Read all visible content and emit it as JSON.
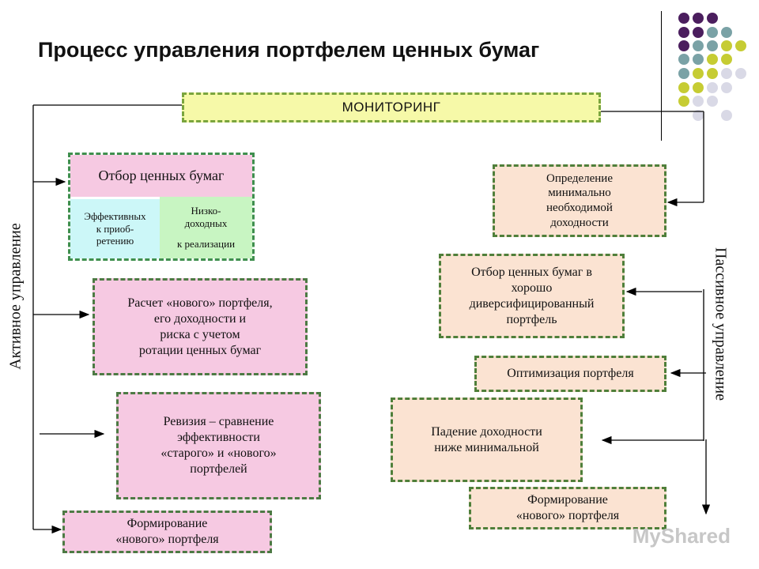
{
  "title": "Процесс управления портфелем ценных бумаг",
  "monitoring": "МОНИТОРИНГ",
  "side_labels": {
    "active": "Активное управление",
    "passive": "Пассивное управление"
  },
  "active": {
    "selection_title": "Отбор ценных бумаг",
    "efficient_lines": [
      "Эффективных",
      "к приоб-",
      "ретению"
    ],
    "lowincome_lines": [
      "Низко-",
      "доходных",
      "к реализации"
    ],
    "calc_lines": [
      "Расчет «нового» портфеля,",
      "его доходности и",
      "риска с учетом",
      "ротации ценных бумаг"
    ],
    "revision_lines": [
      "Ревизия – сравнение",
      "эффективности",
      "«старого» и «нового»",
      "портфелей"
    ],
    "formation_lines": [
      "Формирование",
      "«нового» портфеля"
    ]
  },
  "passive": {
    "min_income_lines": [
      "Определение",
      "минимально",
      "необходимой",
      "доходности"
    ],
    "diversified_lines": [
      "Отбор ценных бумаг в",
      "хорошо",
      "диверсифицированный",
      "портфель"
    ],
    "optimization": "Оптимизация портфеля",
    "drop_lines": [
      "Падение доходности",
      "ниже минимальной"
    ],
    "formation_lines": [
      "Формирование",
      "«нового» портфеля"
    ]
  },
  "watermark": "MyShared",
  "colors": {
    "pink": "#f6c9e2",
    "peach": "#fbe3d2",
    "yellow": "#f6f9a8",
    "cyan": "#ccf7f8",
    "green": "#c8f5c2",
    "dot_purple": "#4b1e5e",
    "dot_teal": "#7aa2a6",
    "dot_olive": "#c6cc33",
    "dot_light": "#d9d9e6"
  }
}
